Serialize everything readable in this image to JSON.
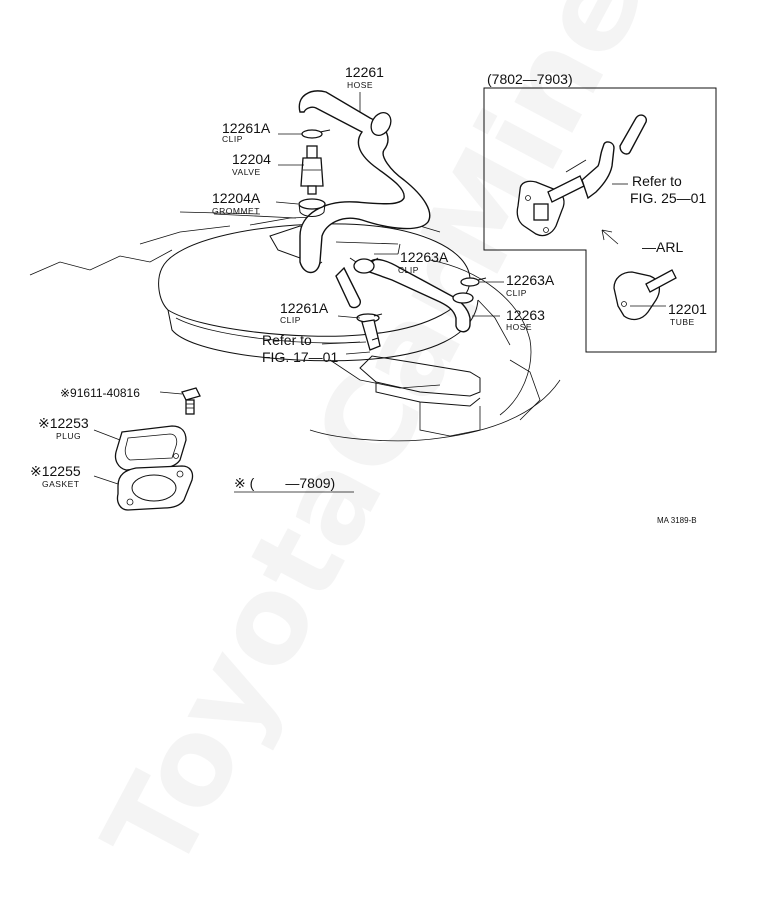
{
  "watermark": "ToyotaCarMine.ru",
  "drawing_id": "MA 3189-B",
  "inset": {
    "title": "(7802—7903)",
    "refer_line1": "Refer to",
    "refer_line2": "FIG. 25—01",
    "arl_label": "—ARL"
  },
  "labels": {
    "hose_12261": {
      "number": "12261",
      "name": "HOSE"
    },
    "clip_12261a_top": {
      "number": "12261A",
      "name": "CLIP"
    },
    "valve_12204": {
      "number": "12204",
      "name": "VALVE"
    },
    "grommet_12204a": {
      "number": "12204A",
      "name": "GROMMET"
    },
    "clip_12263a_mid": {
      "number": "12263A",
      "name": "CLIP"
    },
    "clip_12263a_right": {
      "number": "12263A",
      "name": "CLIP"
    },
    "hose_12263": {
      "number": "12263",
      "name": "HOSE"
    },
    "clip_12261a_low": {
      "number": "12261A",
      "name": "CLIP"
    },
    "tube_12201": {
      "number": "12201",
      "name": "TUBE"
    },
    "bolt_91611": {
      "number": "※91611-40816"
    },
    "plug_12253": {
      "number": "※12253",
      "name": "PLUG"
    },
    "gasket_12255": {
      "number": "※12255",
      "name": "GASKET"
    }
  },
  "refer_main": {
    "line1": "Refer to",
    "line2": "FIG. 17—01"
  },
  "note": "※ (        —7809)"
}
